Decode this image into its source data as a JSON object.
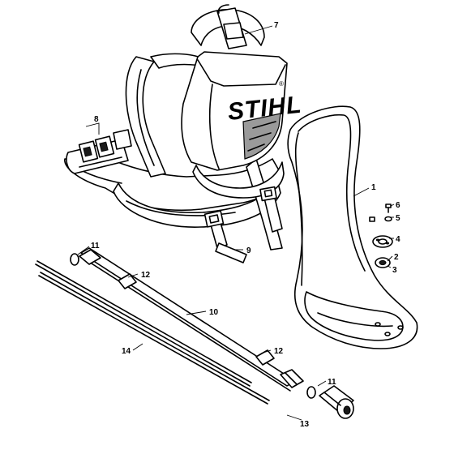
{
  "brand": {
    "logo_text": "STIHL",
    "registered_mark": "®"
  },
  "callouts": [
    {
      "id": "c1",
      "label": "1"
    },
    {
      "id": "c2",
      "label": "2"
    },
    {
      "id": "c3",
      "label": "3"
    },
    {
      "id": "c4",
      "label": "4"
    },
    {
      "id": "c5",
      "label": "5"
    },
    {
      "id": "c6",
      "label": "6"
    },
    {
      "id": "c7",
      "label": "7"
    },
    {
      "id": "c8",
      "label": "8"
    },
    {
      "id": "c9",
      "label": "9"
    },
    {
      "id": "c10",
      "label": "10"
    },
    {
      "id": "c11a",
      "label": "11"
    },
    {
      "id": "c11b",
      "label": "11"
    },
    {
      "id": "c12a",
      "label": "12"
    },
    {
      "id": "c12b",
      "label": "12"
    },
    {
      "id": "c13",
      "label": "13"
    },
    {
      "id": "c14",
      "label": "14"
    }
  ]
}
